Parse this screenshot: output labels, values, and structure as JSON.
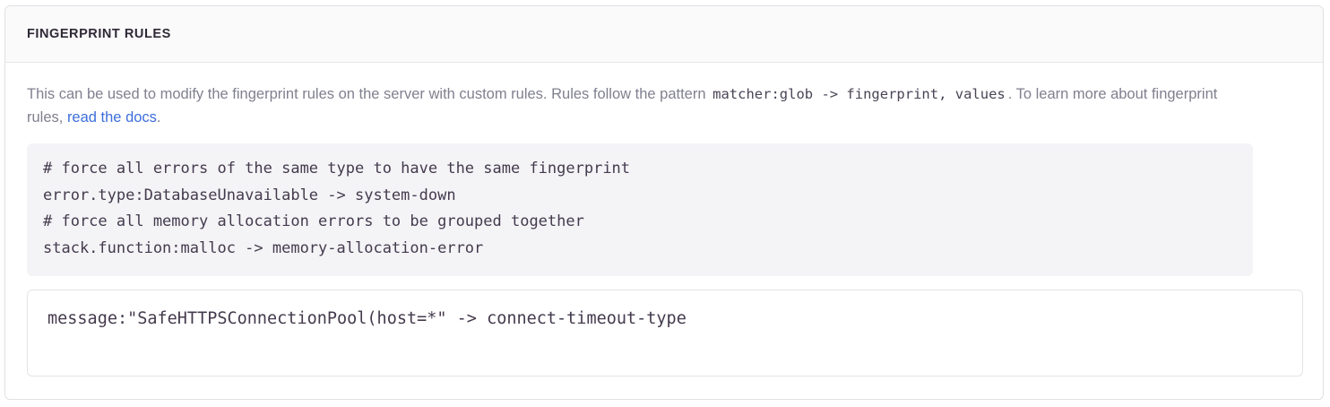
{
  "panel": {
    "title": "Fingerprint Rules",
    "description": {
      "part1": "This can be used to modify the fingerprint rules on the server with custom rules. Rules follow the pattern ",
      "inline_code": "matcher:glob -> fingerprint, values",
      "part2": ". To learn more about fingerprint rules, ",
      "link_text": "read the docs",
      "part3": "."
    },
    "example_code": "# force all errors of the same type to have the same fingerprint\nerror.type:DatabaseUnavailable -> system-down\n# force all memory allocation errors to be grouped together\nstack.function:malloc -> memory-allocation-error",
    "rules_input": {
      "value": "message:\"SafeHTTPSConnectionPool(host=*\" -> connect-timeout-type",
      "placeholder": ""
    }
  },
  "colors": {
    "panel_border": "#e1e1e6",
    "header_bg": "#fafafb",
    "title_text": "#2f2936",
    "description_text": "#80808f",
    "link": "#3c6edb",
    "code_bg": "#f4f4f7",
    "code_text": "#443a4d",
    "input_border": "#e4e4ea"
  }
}
